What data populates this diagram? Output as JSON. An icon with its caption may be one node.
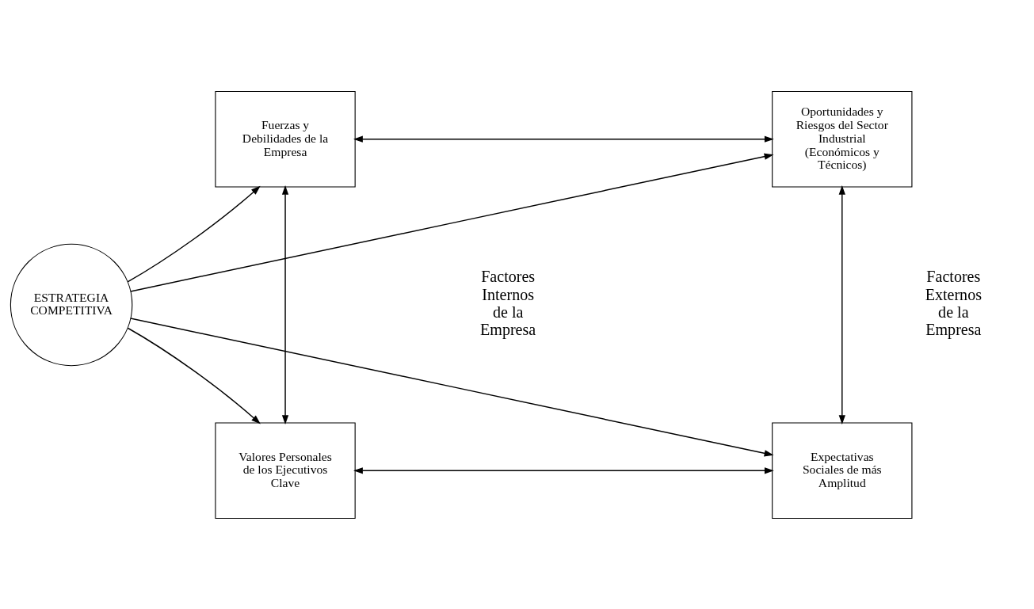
{
  "diagram": {
    "nodes": [
      {
        "text": [
          "Fuerzas y Debilidades de la Empresa"
        ]
      },
      {
        "text": [
          "Oportunidades y Riesgos del Sector Industrial (Económicos y Técnicos)"
        ]
      },
      {
        "text": [
          "ESTRATEGIA COMPETITIVA"
        ]
      },
      {
        "text": [
          "Valores Personales de los Ejecutivos Clave"
        ]
      },
      {
        "text": [
          "Expectativas Sociales de más Amplitud"
        ]
      }
    ],
    "edges": [
      {
        "from": 0,
        "to": 1,
        "arrow": "both"
      },
      {
        "from": 0,
        "to": 3,
        "arrow": "both"
      },
      {
        "from": 1,
        "to": 4,
        "arrow": "both"
      },
      {
        "from": 3,
        "to": 4,
        "arrow": "both"
      },
      {
        "from": 2,
        "to": 0,
        "arrow": "to"
      },
      {
        "from": 2,
        "to": 1,
        "arrow": "to"
      },
      {
        "from": 2,
        "to": 3,
        "arrow": "to"
      },
      {
        "from": 2,
        "to": 4,
        "arrow": "to"
      }
    ],
    "labels": [
      "Factores Internos de la Empresa",
      "Factores Externos de la Empresa"
    ]
  }
}
